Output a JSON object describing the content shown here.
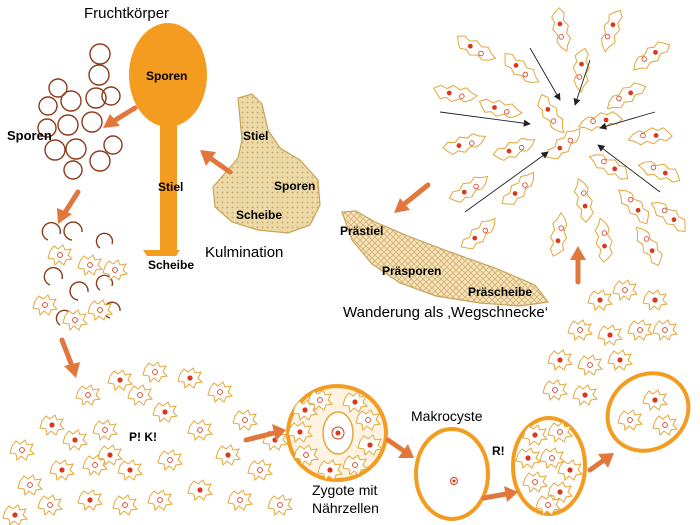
{
  "labels": {
    "fruchtkoerper": "Fruchtkörper",
    "sporen_in_head": "Sporen",
    "stiel_fruit": "Stiel",
    "scheibe_fruit": "Scheibe",
    "sporen_left": "Sporen",
    "stiel_kulm": "Stiel",
    "sporen_kulm": "Sporen",
    "scheibe_kulm": "Scheibe",
    "kulmination": "Kulmination",
    "praestiel": "Prästiel",
    "praesporen": "Präsporen",
    "praescheibe": "Präscheibe",
    "wanderung": "Wanderung als ‚Wegschnecke‘",
    "pk": "P! K!",
    "makrocyste": "Makrocyste",
    "r": "R!",
    "zygote_line1": "Zygote mit",
    "zygote_line2": "Nährzellen"
  },
  "colors": {
    "orange_fill": "#f39c1f",
    "orange_light": "#f0c98a",
    "cell_outline": "#e3a63a",
    "spore_ring": "#8a3b1a",
    "arrow": "#e2773e",
    "nucleus": "#d9381e",
    "beige": "#ecd9a8",
    "beige_outline": "#c9a45a"
  }
}
